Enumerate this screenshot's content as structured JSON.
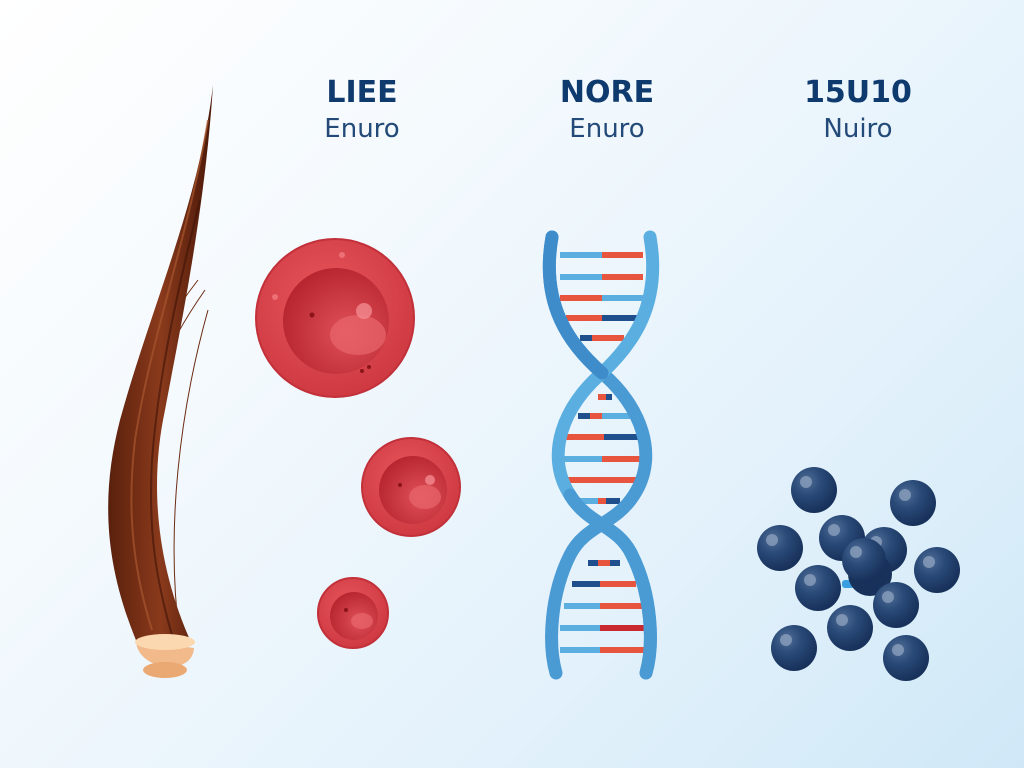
{
  "columns": [
    {
      "title": "LIEE",
      "subtitle": "Enuro",
      "illustration": "blood-cells"
    },
    {
      "title": "NORE",
      "subtitle": "Enuro",
      "illustration": "dna-helix"
    },
    {
      "title": "15U10",
      "subtitle": "Nuiro",
      "illustration": "molecule-cluster"
    }
  ],
  "illustrations": {
    "hair": {
      "name": "hair-strand",
      "colors": {
        "shaft": "#6b2a12",
        "highlight": "#9a4a2a",
        "root": "#f5c89a"
      }
    },
    "blood_cells": {
      "count": 3,
      "colors": {
        "outer": "#d9434a",
        "inner": "#b8262e",
        "highlight": "#f07a80"
      }
    },
    "dna": {
      "colors": {
        "backbone": "#4a9ad4",
        "base_a": "#e8553e",
        "base_b": "#5aaee0",
        "base_c": "#1f4f8c"
      }
    },
    "molecules": {
      "count": 12,
      "colors": {
        "sphere": "#23426e",
        "highlight": "#8fa3bf",
        "bond": "#3a9ee0"
      }
    }
  },
  "colors": {
    "title": "#0f3a6e",
    "subtitle": "#234a78",
    "background_start": "#ffffff",
    "background_end": "#cfe8f7"
  }
}
